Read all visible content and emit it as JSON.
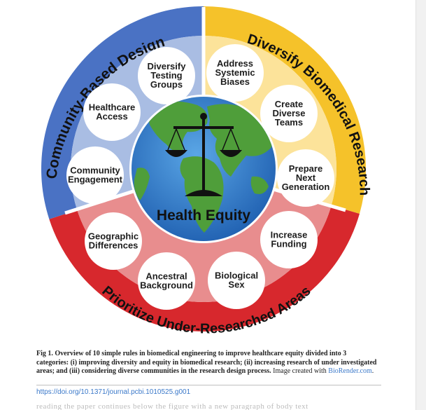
{
  "figure": {
    "center_label": "Health Equity",
    "segments": [
      {
        "title": "Community-Based Design",
        "color": "#4a72c4",
        "inner_color": "#a9bde3",
        "items": [
          [
            "Diversify",
            "Testing",
            "Groups"
          ],
          [
            "Healthcare",
            "Access"
          ],
          [
            "Community",
            "Engagement"
          ]
        ]
      },
      {
        "title": "Diversify Biomedical Research",
        "color": "#f5c22a",
        "inner_color": "#fce39a",
        "items": [
          [
            "Address",
            "Systemic",
            "Biases"
          ],
          [
            "Create",
            "Diverse",
            "Teams"
          ],
          [
            "Prepare",
            "Next",
            "Generation"
          ]
        ]
      },
      {
        "title": "Prioritize Under-Researched Areas",
        "color": "#d7282d",
        "inner_color": "#e88d8e",
        "items": [
          [
            "Increase",
            "Funding"
          ],
          [
            "Biological",
            "Sex"
          ],
          [
            "Ancestral",
            "Background"
          ],
          [
            "Geographic",
            "Differences"
          ]
        ]
      }
    ],
    "icons": [
      "globe-icon",
      "balance-scale-icon"
    ]
  },
  "caption": {
    "lead": "Fig 1. Overview of 10 simple rules in biomedical engineering to improve healthcare equity divided into 3 categories: (i) improving diversity and equity in biomedical research; (ii) increasing research of under investigated areas; and (iii) considering diverse communities in the research design process.",
    "tail": " Image created with ",
    "link": "BioRender.com",
    "end": "."
  },
  "doi": "https://doi.org/10.1371/journal.pcbi.1010525.g001",
  "next_text": "reading the paper continues below the figure with a new paragraph of body text"
}
